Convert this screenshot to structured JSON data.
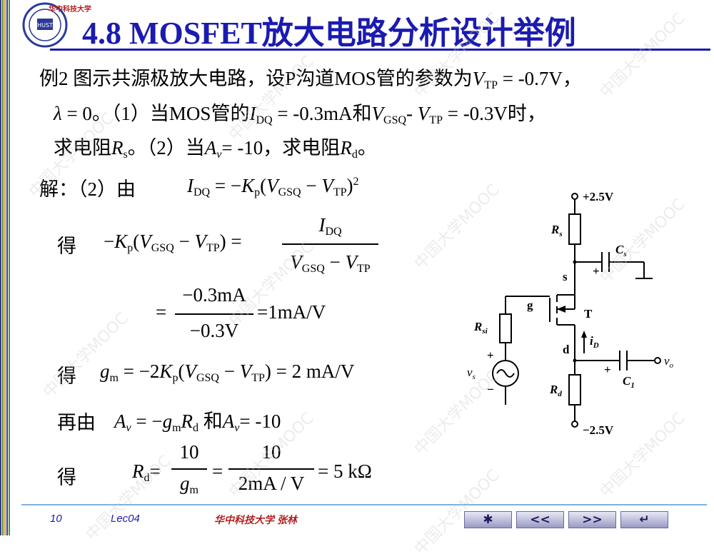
{
  "header": {
    "title": "4.8  MOSFET放大电路分析设计举例",
    "logo_text": "华中科技大学"
  },
  "problem": {
    "line1_a": "例2  图示共源极放大电路，设P沟道MOS管的参数为",
    "line1_b": " = -0.7V，",
    "line2_a": " = 0。（1）当MOS管的",
    "line2_b": " = -0.3mA和",
    "line2_c": " = -0.3V时，",
    "line3_a": "求电阻",
    "line3_b": "。（2）当",
    "line3_c": "= -10，求电阻",
    "line3_d": "。"
  },
  "solution": {
    "jie": "解：（2）由",
    "de1": "得",
    "de2": "得",
    "zaiyou": "再由",
    "he": "和",
    "eq_m10": "= -10",
    "de3": "得",
    "val_num": "−0.3mA",
    "val_den": "−0.3V",
    "val_res": "=1mA/V",
    "gm_res": "= 2 mA/V",
    "rd_num1": "10",
    "rd_num2": "10",
    "rd_den2": "2mA / V",
    "rd_res": "= 5 kΩ"
  },
  "circuit": {
    "vdd": "+2.5V",
    "vss": "−2.5V",
    "rs": "R",
    "rs_sub": "s",
    "cs": "C",
    "cs_sub": "s",
    "s": "s",
    "g": "g",
    "d": "d",
    "t": "T",
    "rsi": "R",
    "rsi_sub": "si",
    "id": "i",
    "id_sub": "D",
    "vs": "v",
    "vs_sub": "s",
    "vo": "v",
    "vo_sub": "o",
    "c1": "C",
    "c1_sub": "1",
    "rd": "R",
    "rd_sub": "d",
    "plus": "+",
    "minus": "−"
  },
  "footer": {
    "page": "10",
    "lec": "Lec04",
    "author": "华中科技大学   张林",
    "nav": [
      "✱",
      "<<",
      ">>",
      "↵"
    ]
  },
  "watermark": "中国大学MOOC"
}
